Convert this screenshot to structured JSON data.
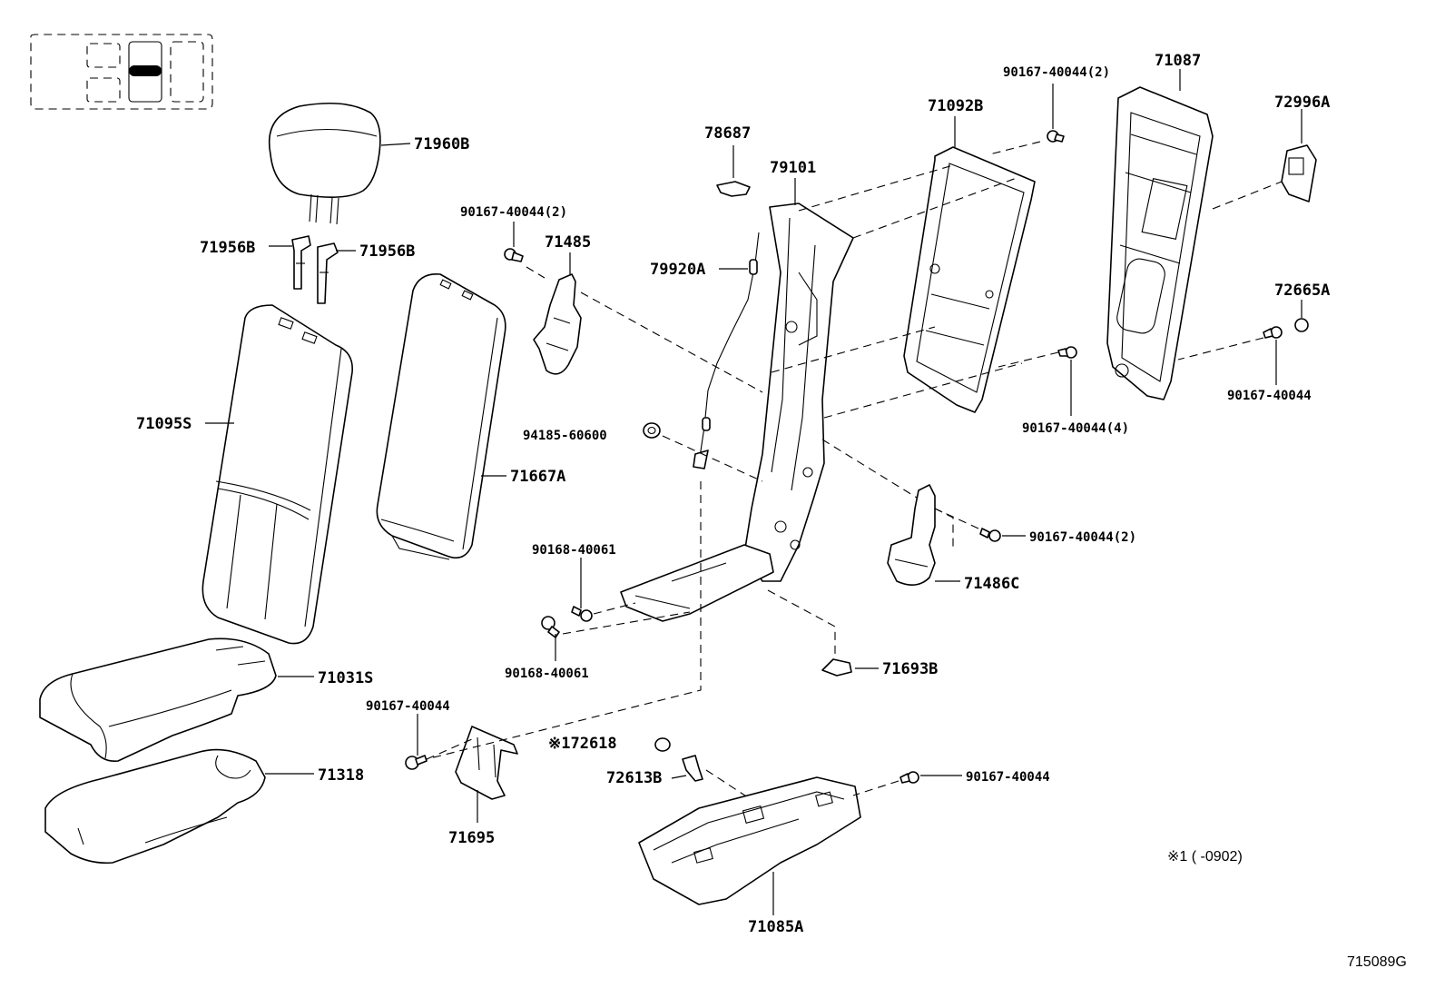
{
  "diagram": {
    "code": "715089G",
    "footnote": "※1 (      -0902)",
    "labels": {
      "p71960B": "71960B",
      "p71956B_l": "71956B",
      "p71956B_r": "71956B",
      "p71095S": "71095S",
      "p71667A": "71667A",
      "p71031S": "71031S",
      "p71318": "71318",
      "p71695": "71695",
      "p90167_40044_2_a": "90167-40044(2)",
      "p71485": "71485",
      "p78687": "78687",
      "p79101": "79101",
      "p79920A": "79920A",
      "p94185_60600": "94185-60600",
      "p90168_40061_a": "90168-40061",
      "p90168_40061_b": "90168-40061",
      "p90167_40044_c": "90167-40044",
      "p72618": "※172618",
      "p72613B": "72613B",
      "p71085A": "71085A",
      "p71693B": "71693B",
      "p71486C": "71486C",
      "p90167_40044_2_b": "90167-40044(2)",
      "p90167_40044_d": "90167-40044",
      "p71092B": "71092B",
      "p90167_40044_2_top": "90167-40044(2)",
      "p71087": "71087",
      "p72996A": "72996A",
      "p72665A": "72665A",
      "p90167_40044_e": "90167-40044",
      "p90167_40044_4": "90167-40044(4)"
    }
  }
}
